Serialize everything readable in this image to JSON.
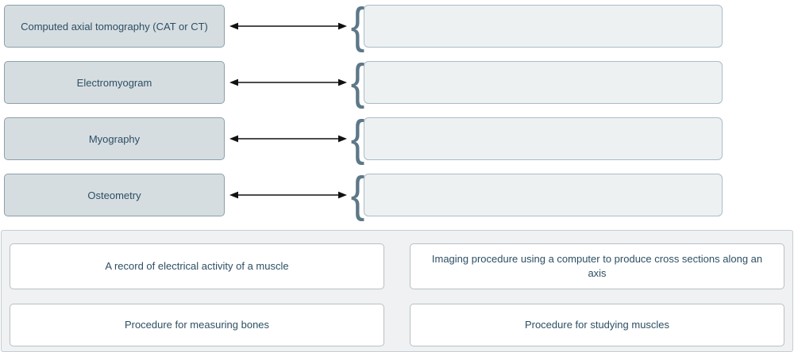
{
  "matches": {
    "terms": [
      {
        "label": "Computed axial tomography (CAT or CT)"
      },
      {
        "label": "Electromyogram"
      },
      {
        "label": "Myography"
      },
      {
        "label": "Osteometry"
      }
    ]
  },
  "bank": {
    "items": [
      {
        "label": "A record of electrical activity of a muscle"
      },
      {
        "label": "Imaging procedure using a computer to produce cross sections along an axis"
      },
      {
        "label": "Procedure for measuring bones"
      },
      {
        "label": "Procedure for studying muscles"
      }
    ]
  },
  "icons": {
    "connector": "left-right-arrow",
    "brace_glyph": "{"
  },
  "colors": {
    "term_box_bg": "#d6dde1",
    "term_box_border": "#8ba0ab",
    "drop_box_bg": "#eef1f2",
    "drop_box_border": "#a9bdc8",
    "bank_bg": "#eff1f2",
    "bank_border": "#c6ced2",
    "card_bg": "#ffffff",
    "card_border": "#b7c0c6",
    "text": "#2d4f63",
    "brace": "#5d7888",
    "arrow": "#111111"
  }
}
